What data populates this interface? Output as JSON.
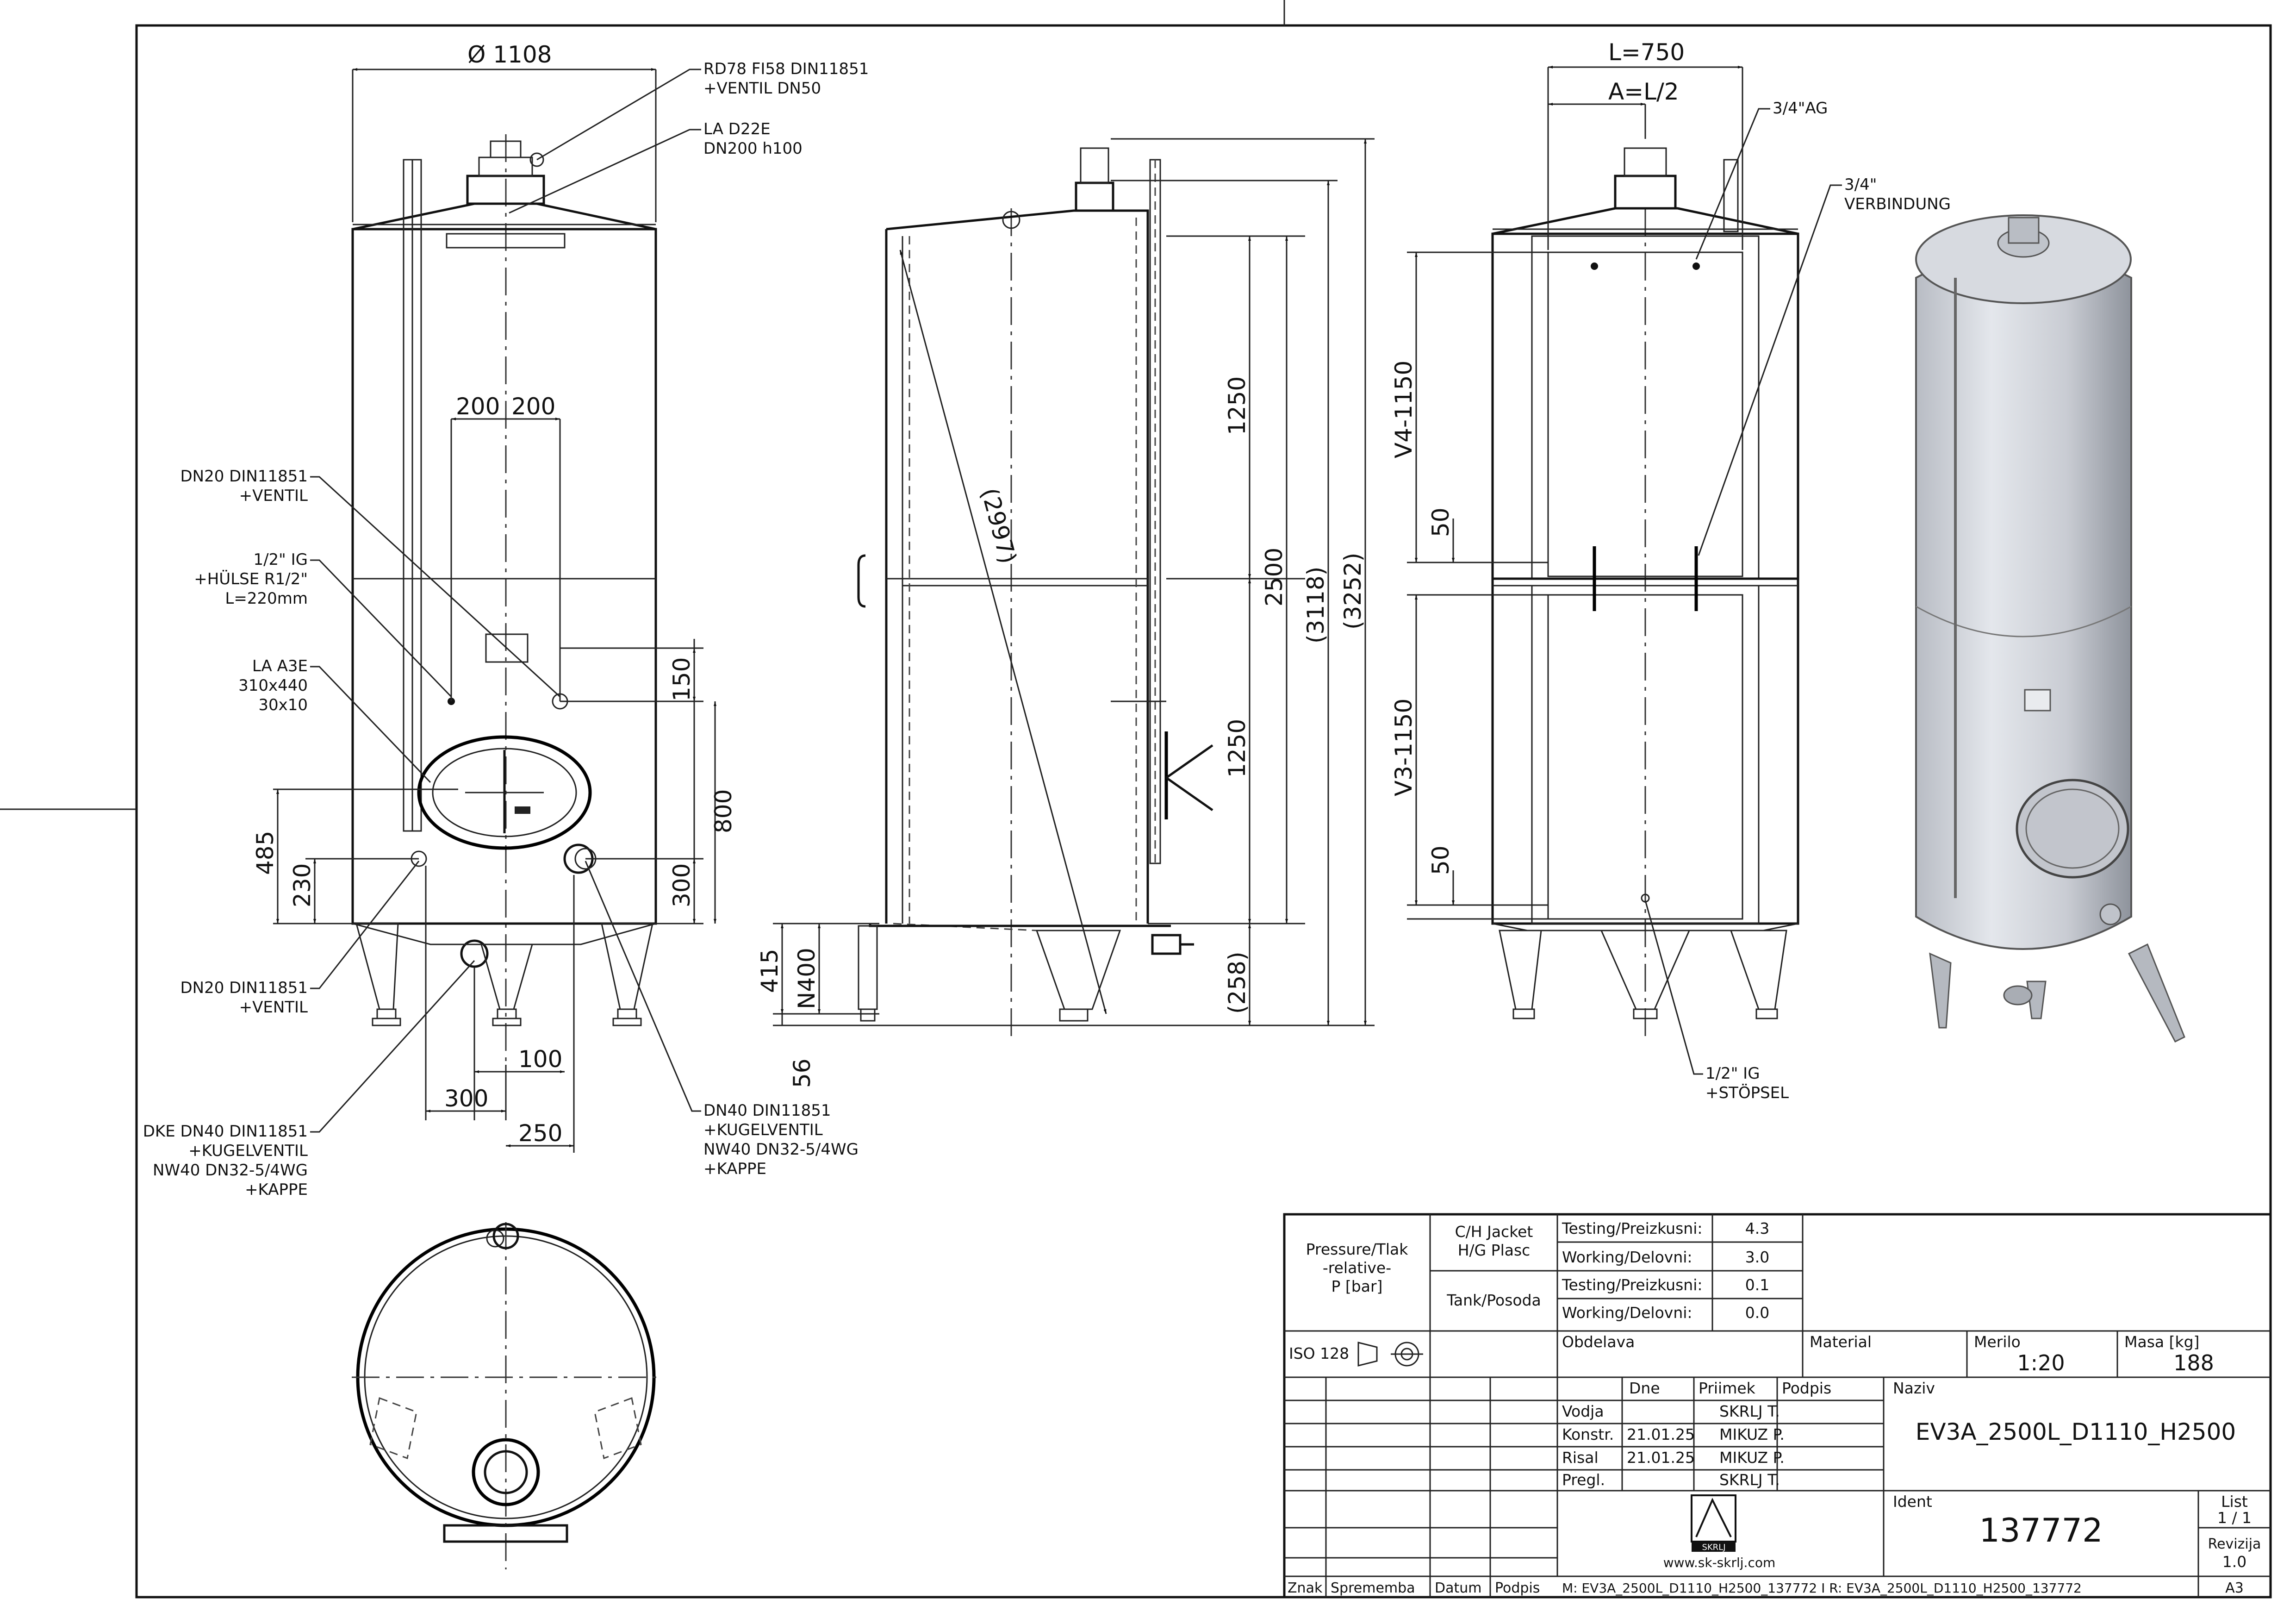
{
  "dimensions": {
    "diameter": "Ø 1108",
    "d200_left": "200",
    "d200_right": "200",
    "d150": "150",
    "d800": "800",
    "d300_right": "300",
    "d485": "485",
    "d230": "230",
    "d100": "100",
    "d300_bottom": "300",
    "d250": "250",
    "d1250_top": "1250",
    "d1250_bottom": "1250",
    "d2500": "2500",
    "d3118": "(3118)",
    "d3252": "(3252)",
    "d2997": "(2997)",
    "d258": "(258)",
    "d415": "415",
    "n400": "N400",
    "d56": "56",
    "L": "L=750",
    "A": "A=L/2",
    "v4": "V4-1150",
    "v3": "V3-1150",
    "d50_top": "50",
    "d50_bottom": "50"
  },
  "callouts": {
    "rd78": [
      "RD78 FI58 DIN11851",
      "+VENTIL DN50"
    ],
    "la_d22e": [
      "LA D22E",
      "DN200 h100"
    ],
    "dn20_top": [
      "DN20 DIN11851",
      "+VENTIL"
    ],
    "half_ig": [
      "1/2\" IG",
      "+HÜLSE R1/2\"",
      "L=220mm"
    ],
    "la_a3e": [
      "LA A3E",
      "310x440",
      "30x10"
    ],
    "dn20_bottom": [
      "DN20 DIN11851",
      "+VENTIL"
    ],
    "dke": [
      "DKE DN40 DIN11851",
      "+KUGELVENTIL",
      "NW40 DN32-5/4WG",
      "+KAPPE"
    ],
    "dn40": [
      "DN40 DIN11851",
      "+KUGELVENTIL",
      "NW40 DN32-5/4WG",
      "+KAPPE"
    ],
    "ag": [
      "3/4\"AG"
    ],
    "verbindung": [
      "3/4\"",
      "VERBINDUNG"
    ],
    "stopsel": [
      "1/2\" IG",
      "+STÖPSEL"
    ]
  },
  "title_block": {
    "pressure_label": [
      "Pressure/Tlak",
      "-relative-",
      "P [bar]"
    ],
    "jacket_label": [
      "C/H Jacket",
      "H/G Plasc"
    ],
    "tank_label": "Tank/Posoda",
    "testing1": "Testing/Preizkusni:",
    "testing1_val": "4.3",
    "working1": "Working/Delovni:",
    "working1_val": "3.0",
    "testing2": "Testing/Preizkusni:",
    "testing2_val": "0.1",
    "working2": "Working/Delovni:",
    "working2_val": "0.0",
    "iso": "ISO 128",
    "obdelava": "Obdelava",
    "material": "Material",
    "merilo_label": "Merilo",
    "merilo_val": "1:20",
    "masa_label": "Masa [kg]",
    "masa_val": "188",
    "col_dne": "Dne",
    "col_priimek": "Priimek",
    "col_podpis": "Podpis",
    "naziv_label": "Naziv",
    "naziv_val": "EV3A_2500L_D1110_H2500",
    "rows": [
      {
        "role": "Vodja",
        "date": "",
        "name": "SKRLJ T."
      },
      {
        "role": "Konstr.",
        "date": "21.01.25",
        "name": "MIKUZ P."
      },
      {
        "role": "Risal",
        "date": "21.01.25",
        "name": "MIKUZ P."
      },
      {
        "role": "Pregl.",
        "date": "",
        "name": "SKRLJ T."
      }
    ],
    "ident_label": "Ident",
    "ident_val": "137772",
    "list_label": "List",
    "list_val": "1 / 1",
    "revizija_label": "Revizija",
    "revizija_val": "1.0",
    "logo_text": "SKRLJ",
    "website": "www.sk-skrlj.com",
    "footer_znak": "Znak",
    "footer_sprememba": "Sprememba",
    "footer_datum": "Datum",
    "footer_podpis": "Podpis",
    "footer_files": "M: EV3A_2500L_D1110_H2500_137772 I R: EV3A_2500L_D1110_H2500_137772",
    "format": "A3"
  }
}
